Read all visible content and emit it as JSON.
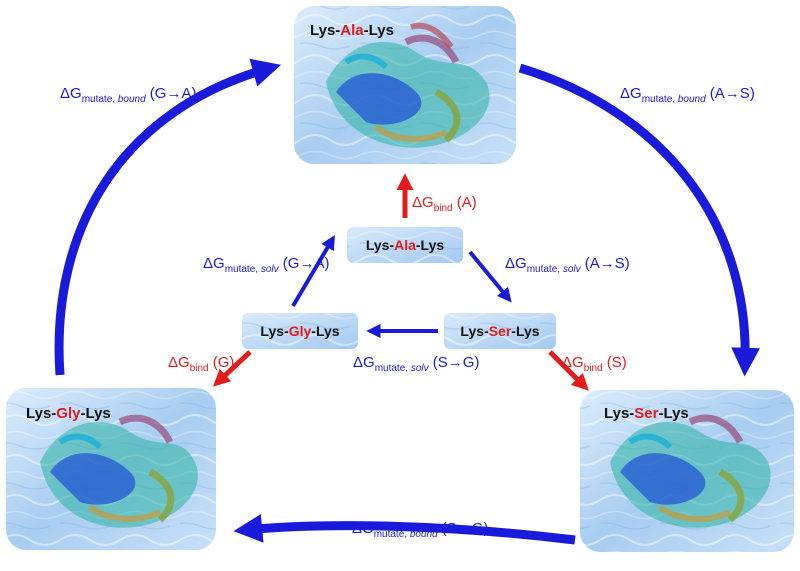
{
  "colors": {
    "mutate_arrow": "#1a1adb",
    "bind_arrow": "#e21b1b",
    "residue_highlight": "#e21b1b",
    "box_fill_light": "#d6e8fb",
    "box_fill_dark": "#a9cdf2",
    "text": "#111111"
  },
  "complexes": {
    "ala": {
      "prefix": "Lys-",
      "residue": "Ala",
      "suffix": "-Lys"
    },
    "gly": {
      "prefix": "Lys-",
      "residue": "Gly",
      "suffix": "-Lys"
    },
    "ser": {
      "prefix": "Lys-",
      "residue": "Ser",
      "suffix": "-Lys"
    }
  },
  "solvated": {
    "ala": {
      "prefix": "Lys-",
      "residue": "Ala",
      "suffix": "-Lys"
    },
    "gly": {
      "prefix": "Lys-",
      "residue": "Gly",
      "suffix": "-Lys"
    },
    "ser": {
      "prefix": "Lys-",
      "residue": "Ser",
      "suffix": "-Lys"
    }
  },
  "labels": {
    "bound_g_to_a": {
      "delta": "ΔG",
      "sub": "mutate, ",
      "sub_it": "bound",
      "tail": " (G→A)"
    },
    "bound_a_to_s": {
      "delta": "ΔG",
      "sub": "mutate, ",
      "sub_it": "bound",
      "tail": " (A→S)"
    },
    "bound_s_to_g": {
      "delta": "ΔG",
      "sub": "mutate, ",
      "sub_it": "bound",
      "tail": " (S→G)"
    },
    "solv_g_to_a": {
      "delta": "ΔG",
      "sub": "mutate, ",
      "sub_it": "solv",
      "tail": " (G→A)"
    },
    "solv_a_to_s": {
      "delta": "ΔG",
      "sub": "mutate, ",
      "sub_it": "solv",
      "tail": " (A→S)"
    },
    "solv_s_to_g": {
      "delta": "ΔG",
      "sub": "mutate, ",
      "sub_it": "solv",
      "tail": " (S→G)"
    },
    "bind_a": {
      "delta": "ΔG",
      "sub": "bind",
      "tail": " (A)"
    },
    "bind_g": {
      "delta": "ΔG",
      "sub": "bind",
      "tail": " (G)"
    },
    "bind_s": {
      "delta": "ΔG",
      "sub": "bind",
      "tail": " (S)"
    }
  }
}
